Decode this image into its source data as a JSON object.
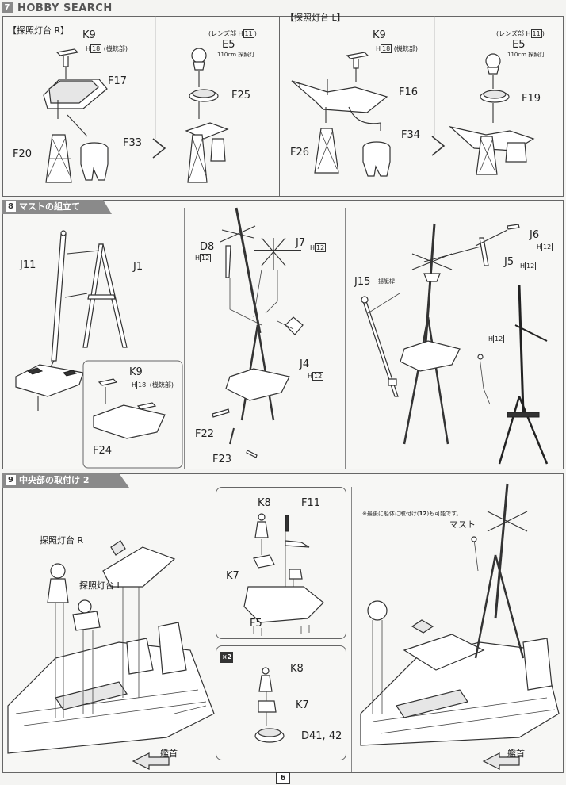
{
  "header": {
    "brand": "HOBBY SEARCH",
    "page_number": "6"
  },
  "step7": {
    "number": "7",
    "section_r": "【探照灯台 R】",
    "section_l": "【探照灯台 L】",
    "k9": "K9",
    "k9_h": "H",
    "k9_h_num": "18",
    "k9_note": "(機銃部)",
    "f17": "F17",
    "f20": "F20",
    "f33": "F33",
    "lens_note": "(レンズ部 H",
    "lens_h_num": "11",
    "lens_close": ")",
    "e5": "E5",
    "e5_note": "110cm 探照灯",
    "f25": "F25",
    "f16": "F16",
    "f26": "F26",
    "f34": "F34",
    "f19": "F19"
  },
  "step8": {
    "number": "8",
    "title": "マストの組立て",
    "j11": "J11",
    "j1": "J1",
    "k9": "K9",
    "k9_h": "H",
    "k9_h_num": "18",
    "k9_note": "(機銃部)",
    "f24": "F24",
    "d8": "D8",
    "h": "H",
    "h12": "12",
    "j7": "J7",
    "j4": "J4",
    "f22": "F22",
    "f23": "F23",
    "j6": "J6",
    "j5": "J5",
    "j15": "J15",
    "j15_note": "揚艇桿"
  },
  "step9": {
    "number": "9",
    "title": "中央部の取付け 2",
    "searchlight_r": "探照灯台 R",
    "searchlight_l": "探照灯台 L",
    "k8": "K8",
    "f11": "F11",
    "k7": "K7",
    "f5": "F5",
    "times2": "×2",
    "d41": "D41, 42",
    "note": "※最後に船体に取付け",
    "note_num": "12",
    "note_end": "も可能です。",
    "mast": "マスト",
    "bow1": "艦首",
    "bow2": "艦首"
  }
}
